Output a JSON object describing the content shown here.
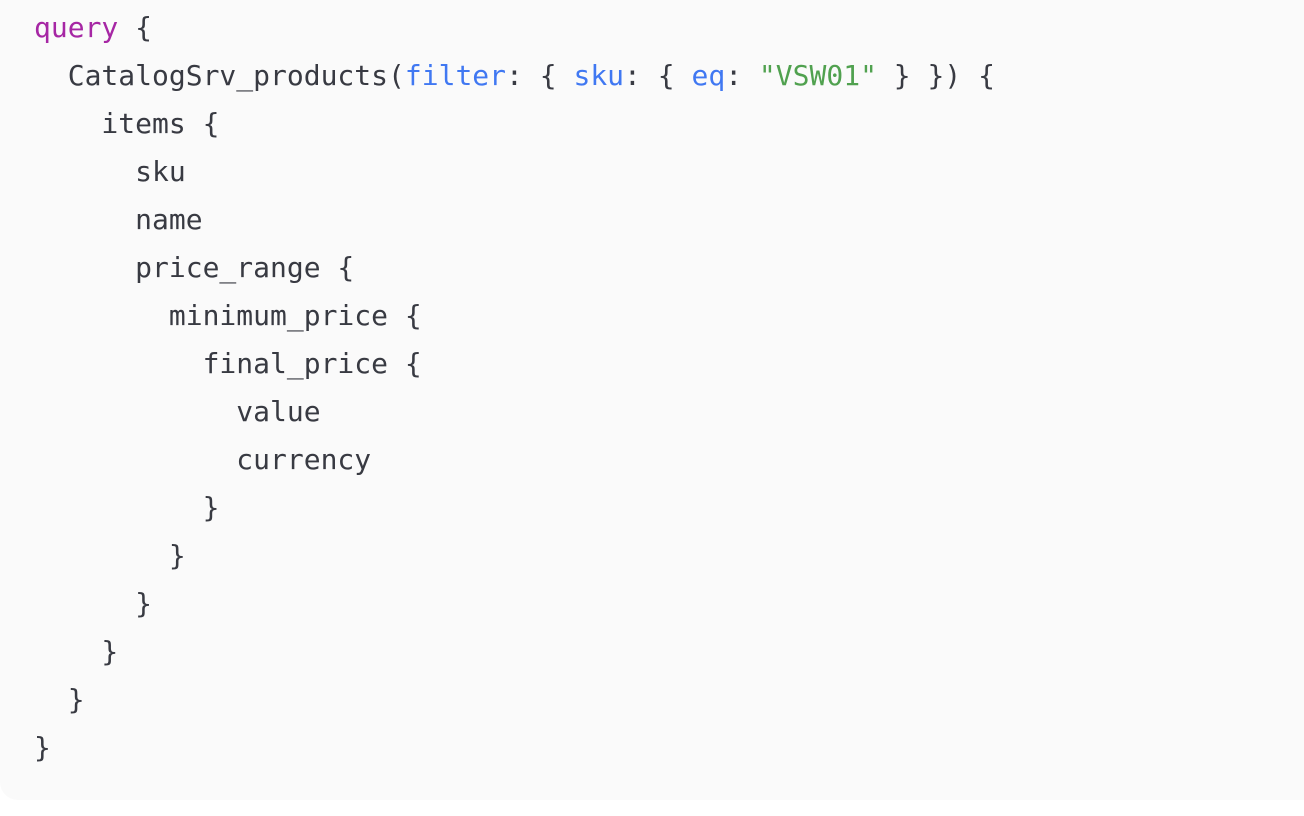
{
  "colors": {
    "page_background": "#ffffff",
    "code_background": "#fafafa",
    "default_text": "#383a42",
    "keyword": "#a626a4",
    "attribute": "#4078f2",
    "string": "#50a14f"
  },
  "code": {
    "lines": [
      {
        "segments": [
          {
            "text": "query",
            "type": "keyword"
          },
          {
            "text": " {",
            "type": "default"
          }
        ]
      },
      {
        "segments": [
          {
            "text": "  CatalogSrv_products(",
            "type": "default"
          },
          {
            "text": "filter",
            "type": "attribute"
          },
          {
            "text": ": { ",
            "type": "default"
          },
          {
            "text": "sku",
            "type": "attribute"
          },
          {
            "text": ": { ",
            "type": "default"
          },
          {
            "text": "eq",
            "type": "attribute"
          },
          {
            "text": ": ",
            "type": "default"
          },
          {
            "text": "\"VSW01\"",
            "type": "string"
          },
          {
            "text": " } }) {",
            "type": "default"
          }
        ]
      },
      {
        "segments": [
          {
            "text": "    items {",
            "type": "default"
          }
        ]
      },
      {
        "segments": [
          {
            "text": "      sku",
            "type": "default"
          }
        ]
      },
      {
        "segments": [
          {
            "text": "      name",
            "type": "default"
          }
        ]
      },
      {
        "segments": [
          {
            "text": "      price_range {",
            "type": "default"
          }
        ]
      },
      {
        "segments": [
          {
            "text": "        minimum_price {",
            "type": "default"
          }
        ]
      },
      {
        "segments": [
          {
            "text": "          final_price {",
            "type": "default"
          }
        ]
      },
      {
        "segments": [
          {
            "text": "            value",
            "type": "default"
          }
        ]
      },
      {
        "segments": [
          {
            "text": "            currency",
            "type": "default"
          }
        ]
      },
      {
        "segments": [
          {
            "text": "          }",
            "type": "default"
          }
        ]
      },
      {
        "segments": [
          {
            "text": "        }",
            "type": "default"
          }
        ]
      },
      {
        "segments": [
          {
            "text": "      }",
            "type": "default"
          }
        ]
      },
      {
        "segments": [
          {
            "text": "    }",
            "type": "default"
          }
        ]
      },
      {
        "segments": [
          {
            "text": "  }",
            "type": "default"
          }
        ]
      },
      {
        "segments": [
          {
            "text": "}",
            "type": "default"
          }
        ]
      }
    ]
  }
}
